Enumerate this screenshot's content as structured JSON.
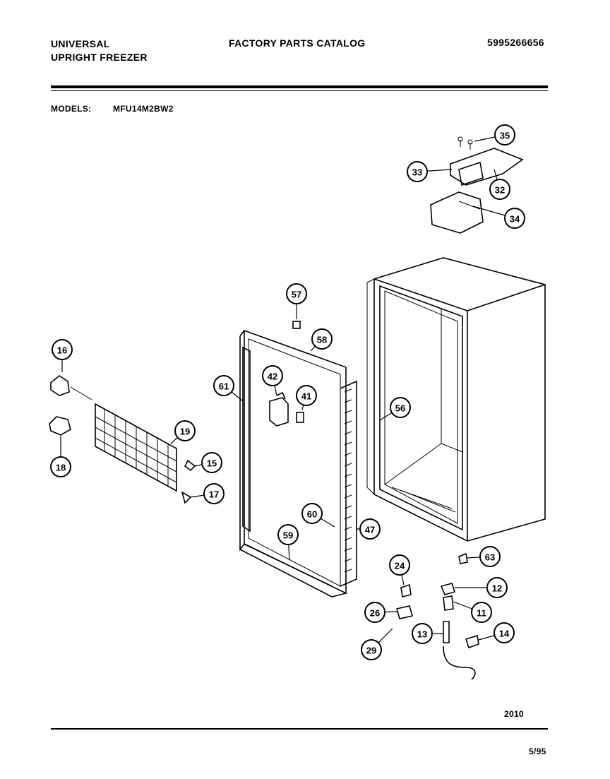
{
  "header": {
    "brand_line1": "UNIVERSAL",
    "brand_line2": "UPRIGHT FREEZER",
    "catalog_title": "FACTORY PARTS CATALOG",
    "catalog_number": "5995266656"
  },
  "models": {
    "label": "MODELS:",
    "value": "MFU14M2BW2"
  },
  "callouts": [
    "35",
    "33",
    "32",
    "34",
    "57",
    "58",
    "16",
    "61",
    "42",
    "41",
    "56",
    "19",
    "15",
    "18",
    "17",
    "60",
    "47",
    "59",
    "63",
    "24",
    "12",
    "26",
    "11",
    "13",
    "14",
    "29"
  ],
  "footer": {
    "figure_code": "2010",
    "date": "5/95"
  }
}
